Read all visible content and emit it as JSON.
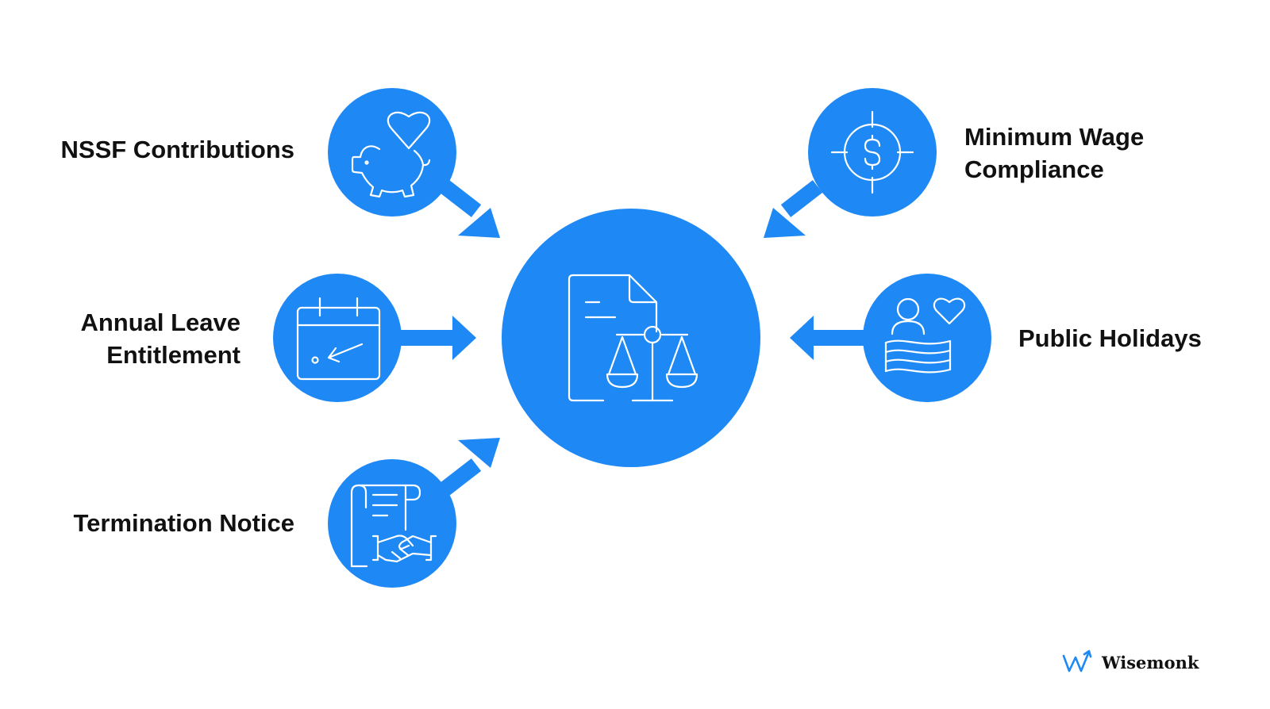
{
  "colors": {
    "accent": "#1E88F5",
    "text": "#111111",
    "icon_line": "#FFFFFF"
  },
  "nodes": {
    "nssf": {
      "lines": [
        "NSSF Contributions"
      ],
      "icon": "piggy-bank-heart-icon"
    },
    "annual_leave": {
      "lines": [
        "Annual Leave",
        "Entitlement"
      ],
      "icon": "calendar-icon"
    },
    "termination": {
      "lines": [
        "Termination Notice"
      ],
      "icon": "contract-handshake-icon"
    },
    "minimum_wage": {
      "lines": [
        "Minimum Wage",
        "Compliance"
      ],
      "icon": "dollar-target-icon"
    },
    "public_holidays": {
      "lines": [
        "Public Holidays"
      ],
      "icon": "people-flag-heart-icon"
    }
  },
  "center": {
    "icon": "legal-document-scales-icon"
  },
  "brand": {
    "name": "Wisemonk",
    "icon": "wisemonk-logo-icon"
  }
}
